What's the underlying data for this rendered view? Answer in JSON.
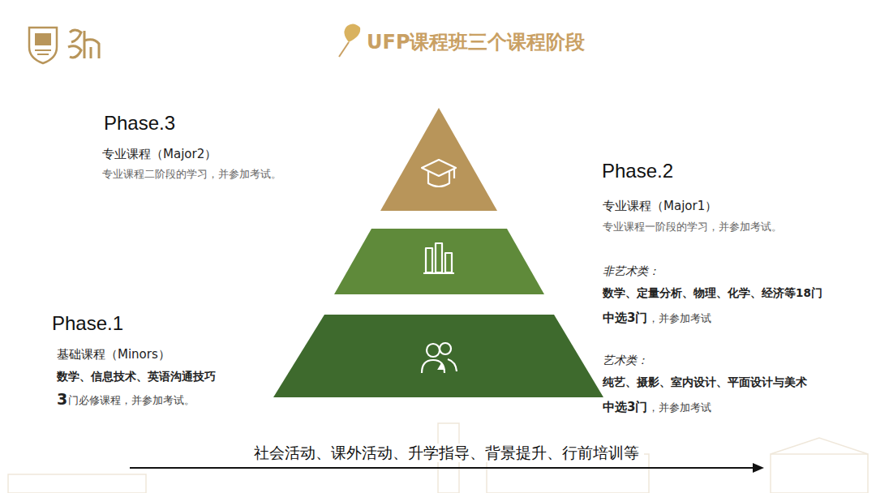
{
  "diagram": {
    "title": "UFP课程班三个课程阶段",
    "labels": [
      "Phase.3",
      "专业课程（Major2）",
      "专业课程二阶段的学习，并参加考试。",
      "Phase.2",
      "专业课程（Major1）",
      "专业课程一阶段的学习，并参加考试。",
      "非艺术类：",
      "数学、定量分析、物理、化学、经济等18门",
      "中选3门",
      "，并参加考试",
      "艺术类：",
      "纯艺、摄影、室内设计、平面设计与美术",
      "中选3门",
      "，并参加考试",
      "Phase.1",
      "基础课程（Minors）",
      "数学、信息技术、英语沟通技巧",
      "3",
      "门必修课程，并参加考试。",
      "社会活动、课外活动、升学指导、背景提升、行前培训等"
    ]
  }
}
